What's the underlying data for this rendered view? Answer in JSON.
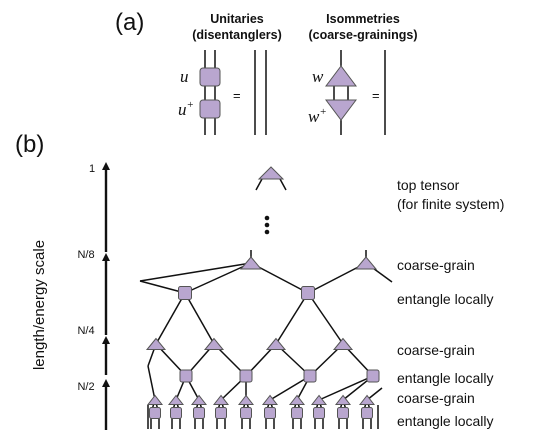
{
  "panels": {
    "a": "(a)",
    "b": "(b)"
  },
  "identities": {
    "unitaries": {
      "title_line1": "Unitaries",
      "title_line2": "(disentanglers)",
      "sym_top": "u",
      "sym_bottom_base": "u",
      "sym_bottom_sup": "+",
      "equals": "="
    },
    "isometries": {
      "title_line1": "Isommetries",
      "title_line2": "(coarse-grainings)",
      "sym_top": "w",
      "sym_bottom_base": "w",
      "sym_bottom_sup": "+",
      "equals": "="
    }
  },
  "scale_axis": {
    "label": "length/energy scale",
    "ticks": [
      "1",
      "N/8",
      "N/4",
      "N/2"
    ]
  },
  "row_labels": {
    "top_tensor_line1": "top tensor",
    "top_tensor_line2": "(for finite system)",
    "coarse_grain_upper": "coarse-grain",
    "entangle_locally_upper": "entangle locally",
    "coarse_grain_middle": "coarse-grain",
    "entangle_locally_middle": "entangle locally",
    "coarse_grain_lower": "coarse-grain",
    "entangle_locally_lower": "entangle locally"
  },
  "colors": {
    "tensor_fill": "#b9a6cf",
    "tensor_stroke": "#555555",
    "line": "#111111"
  }
}
